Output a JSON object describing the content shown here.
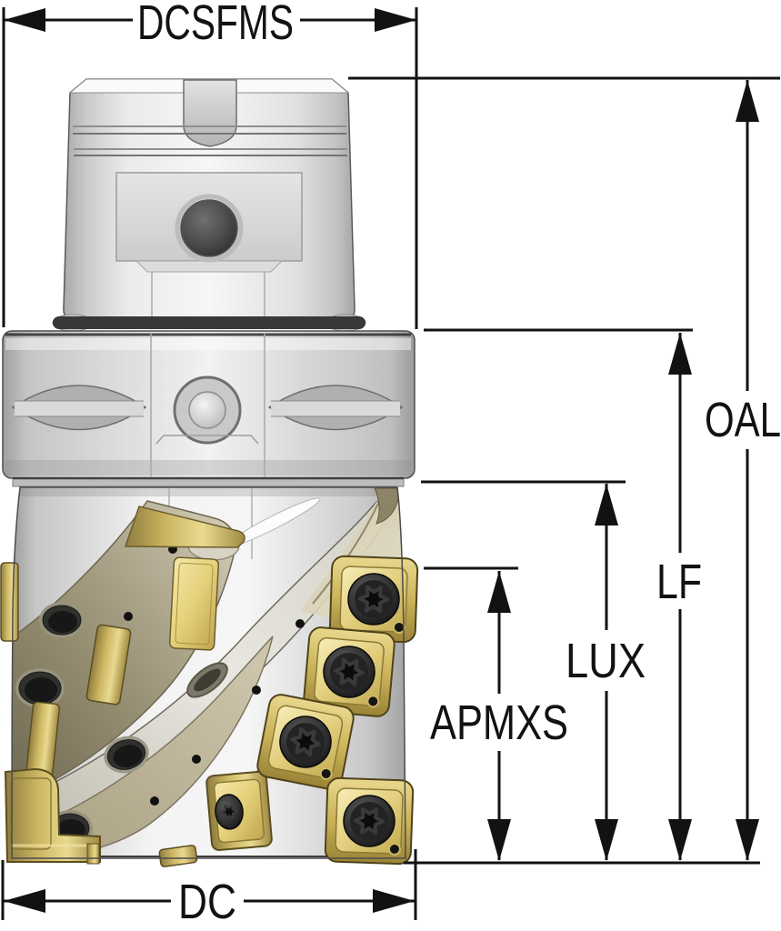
{
  "drawing": {
    "type": "technical-dimension-drawing",
    "subject": "indexable-helical-milling-cutter-with-modular-shank",
    "dimension_labels": [
      {
        "id": "dcsfms",
        "label": "DCSFMS",
        "orientation": "horizontal",
        "position": "top"
      },
      {
        "id": "oal",
        "label": "OAL",
        "orientation": "vertical",
        "position": "far-right"
      },
      {
        "id": "lf",
        "label": "LF",
        "orientation": "vertical",
        "position": "right"
      },
      {
        "id": "lux",
        "label": "LUX",
        "orientation": "vertical",
        "position": "right"
      },
      {
        "id": "apmxs",
        "label": "APMXS",
        "orientation": "vertical",
        "position": "right-inner"
      },
      {
        "id": "dc",
        "label": "DC",
        "orientation": "horizontal",
        "position": "bottom"
      }
    ]
  },
  "colors": {
    "dimension_line": "#121212",
    "background": "#ffffff",
    "insert_gold": "#dcc76e",
    "flute_olive": "#a49a79",
    "steel_grey": "#e6e6e6",
    "screw_black": "#1a1a1a"
  }
}
